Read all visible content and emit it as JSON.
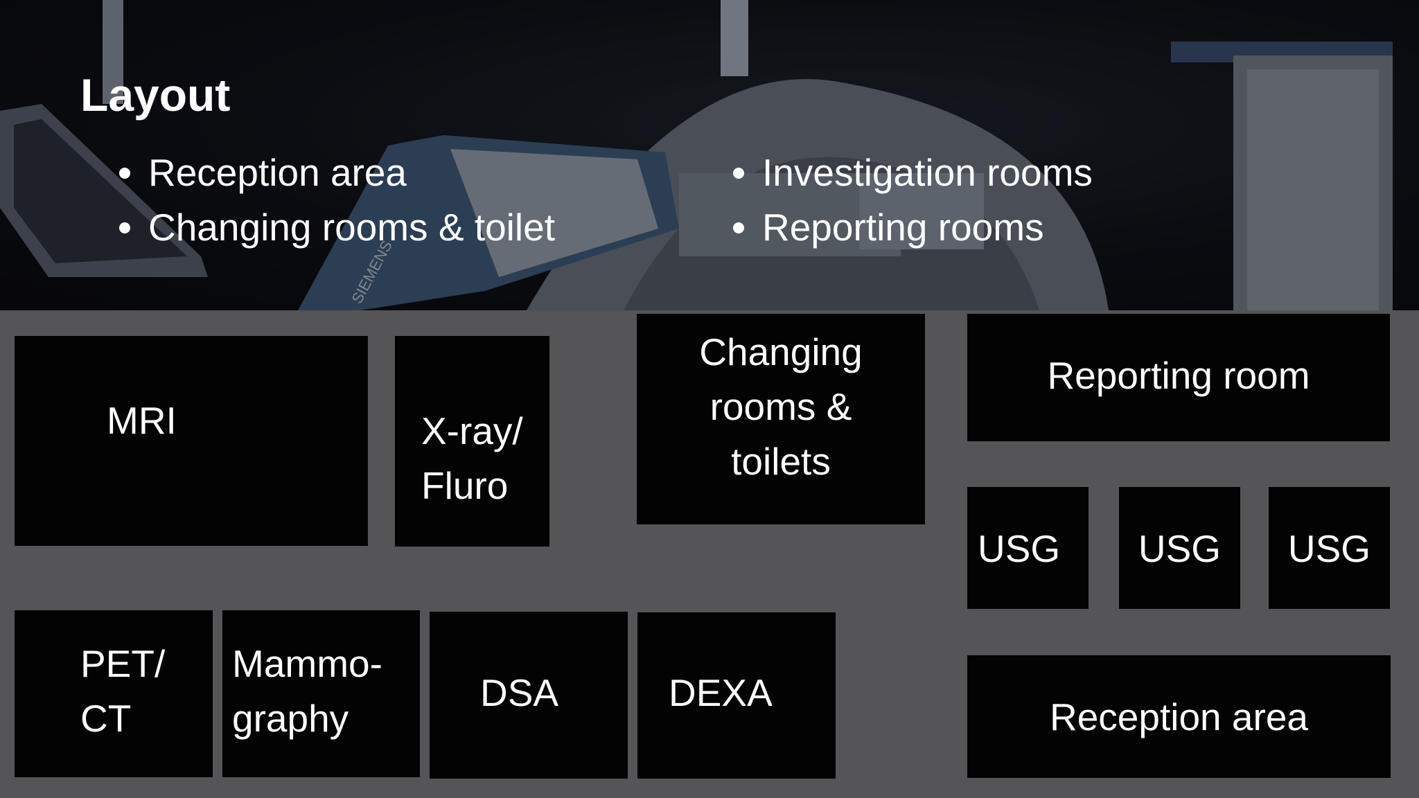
{
  "header": {
    "title": "Layout",
    "bullets_left": [
      "Reception area",
      "Changing rooms & toilet"
    ],
    "bullets_right": [
      "Investigation rooms",
      "Reporting rooms"
    ]
  },
  "photo": {
    "scanner_brand": "SIEMENS"
  },
  "rooms": {
    "mri": [
      "MRI"
    ],
    "xray": [
      "X-ray/",
      "Fluro"
    ],
    "changing": [
      "Changing",
      "rooms &",
      "toilets"
    ],
    "reporting": [
      "Reporting room"
    ],
    "usg1": [
      "USG"
    ],
    "usg2": [
      "USG"
    ],
    "usg3": [
      "USG"
    ],
    "petct": [
      "PET/",
      "CT"
    ],
    "mammo": [
      "Mammo-",
      "graphy"
    ],
    "dsa": [
      "DSA"
    ],
    "dexa": [
      "DEXA"
    ],
    "reception": [
      "Reception area"
    ]
  },
  "colors": {
    "background": "#555457",
    "room": "#030304",
    "text": "#ffffff"
  }
}
